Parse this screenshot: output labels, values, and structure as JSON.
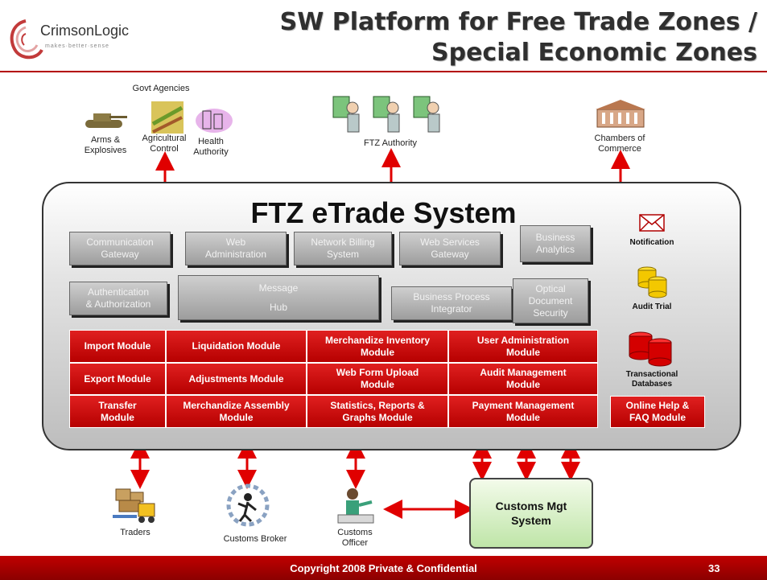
{
  "header": {
    "logo_name": "CrimsonLogic",
    "logo_tagline": "makes·better·sense",
    "title_line1": "SW Platform for Free Trade Zones /",
    "title_line2": "Special Economic Zones"
  },
  "top_entities": {
    "govt_agencies": "Govt Agencies",
    "arms_explosives": [
      "Arms &",
      "Explosives"
    ],
    "agricultural_control": [
      "Agricultural",
      "Control"
    ],
    "health_authority": [
      "Health",
      "Authority"
    ],
    "ftz_authority": "FTZ Authority",
    "chambers_of_commerce": [
      "Chambers of",
      "Commerce"
    ]
  },
  "system": {
    "title": "FTZ eTrade System",
    "grey_modules": {
      "communication_gateway": [
        "Communication",
        "Gateway"
      ],
      "web_administration": [
        "Web",
        "Administration"
      ],
      "network_billing": [
        "Network Billing",
        "System"
      ],
      "web_services_gateway": [
        "Web Services",
        "Gateway"
      ],
      "business_analytics": [
        "Business",
        "Analytics"
      ],
      "authentication": [
        "Authentication",
        "& Authorization"
      ],
      "message_hub": [
        "Message",
        "Hub"
      ],
      "business_process": [
        "Business Process",
        "Integrator"
      ],
      "optical_document": [
        "Optical",
        "Document",
        "Security"
      ]
    },
    "red_modules": [
      [
        [
          "Import Module"
        ],
        [
          "Liquidation Module"
        ],
        [
          "Merchandize Inventory",
          "Module"
        ],
        [
          "User Administration",
          "Module"
        ]
      ],
      [
        [
          "Export Module"
        ],
        [
          "Adjustments Module"
        ],
        [
          "Web Form Upload",
          "Module"
        ],
        [
          "Audit Management",
          "Module"
        ]
      ],
      [
        [
          "Transfer",
          "Module"
        ],
        [
          "Merchandize Assembly",
          "Module"
        ],
        [
          "Statistics, Reports &",
          "Graphs Module"
        ],
        [
          "Payment Management",
          "Module"
        ]
      ]
    ],
    "online_help": [
      "Online Help &",
      "FAQ Module"
    ],
    "side_items": {
      "notification": "Notification",
      "audit_trial": "Audit Trial",
      "transactional_databases": [
        "Transactional",
        "Databases"
      ]
    }
  },
  "bottom_entities": {
    "traders": "Traders",
    "customs_broker": "Customs Broker",
    "customs_officer": [
      "Customs",
      "Officer"
    ],
    "customs_mgt_system": [
      "Customs Mgt",
      "System"
    ]
  },
  "footer": {
    "copyright": "Copyright 2008 Private & Confidential",
    "page_number": "33"
  },
  "colors": {
    "module_red": "#d00000",
    "footer_red": "#a80000",
    "arrow_red": "#e00000",
    "customs_green": "#cdebb8"
  }
}
